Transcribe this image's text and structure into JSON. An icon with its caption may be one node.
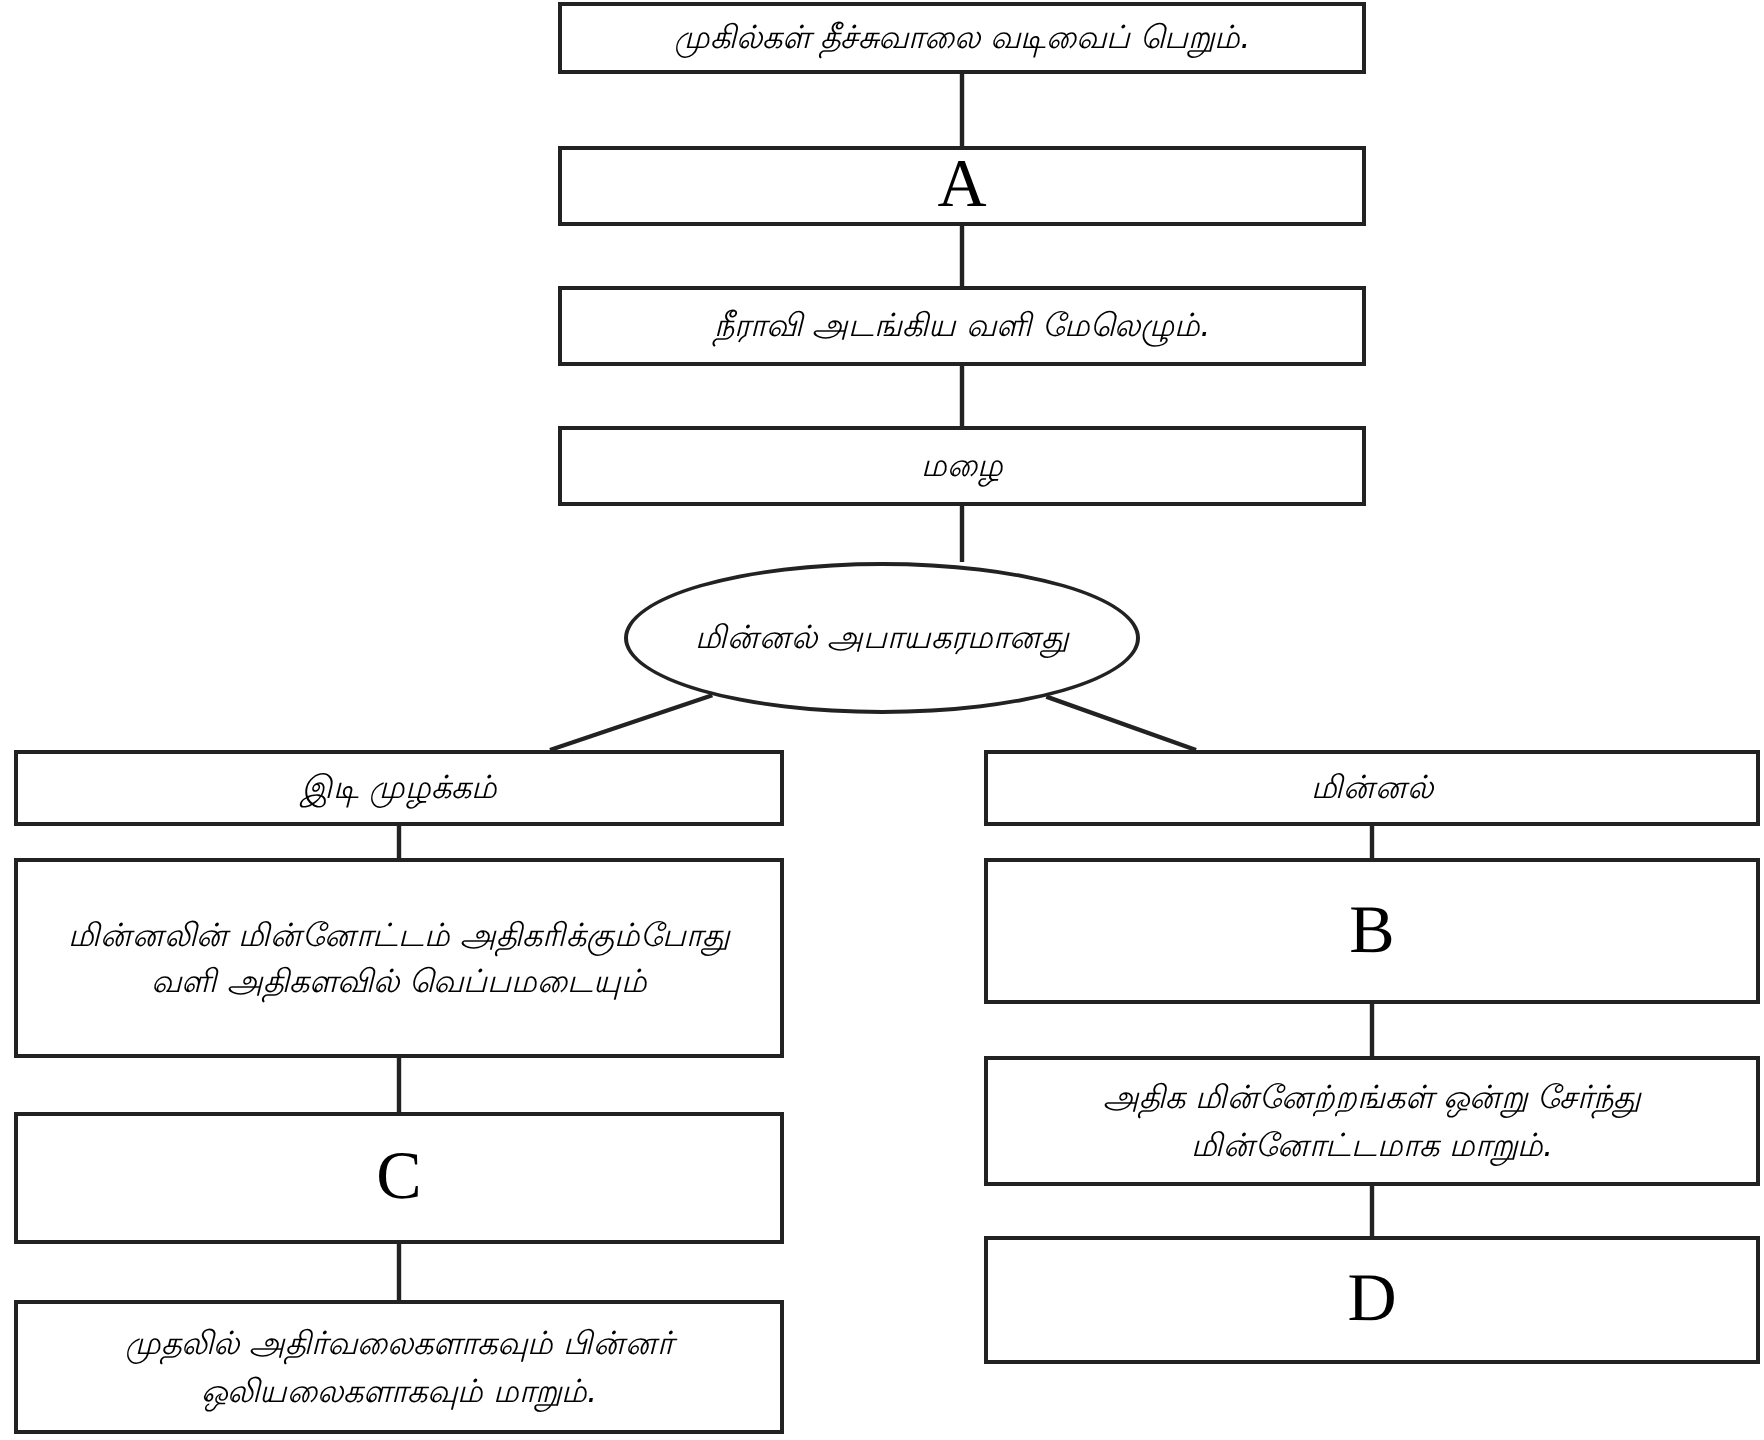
{
  "diagram": {
    "nodes": [
      {
        "text": [
          "முகில்கள் தீச்சுவாலை வடிவைப் பெறும்."
        ]
      },
      {
        "text": [
          "A"
        ]
      },
      {
        "text": [
          "நீராவி அடங்கிய வளி மேலெழும்."
        ]
      },
      {
        "text": [
          "மழை"
        ]
      },
      {
        "text": [
          "மின்னல் அபாயகரமானது"
        ]
      },
      {
        "text": [
          "இடி முழக்கம்"
        ]
      },
      {
        "text": [
          "மின்னலின் மின்னோட்டம் அதிகரிக்கும்போது வளி அதிகளவில் வெப்பமடையும்"
        ]
      },
      {
        "text": [
          "C"
        ]
      },
      {
        "text": [
          "முதலில் அதிர்வலைகளாகவும் பின்னர் ஒலியலைகளாகவும் மாறும்."
        ]
      },
      {
        "text": [
          "மின்னல்"
        ]
      },
      {
        "text": [
          "B"
        ]
      },
      {
        "text": [
          "அதிக மின்னேற்றங்கள் ஒன்று சேர்ந்து மின்னோட்டமாக மாறும்."
        ]
      },
      {
        "text": [
          "D"
        ]
      }
    ],
    "edges": [
      {
        "from": 0,
        "to": 1,
        "arrow": "none"
      },
      {
        "from": 1,
        "to": 2,
        "arrow": "none"
      },
      {
        "from": 2,
        "to": 3,
        "arrow": "none"
      },
      {
        "from": 3,
        "to": 4,
        "arrow": "none"
      },
      {
        "from": 4,
        "to": 5,
        "arrow": "none"
      },
      {
        "from": 4,
        "to": 9,
        "arrow": "none"
      },
      {
        "from": 5,
        "to": 6,
        "arrow": "none"
      },
      {
        "from": 6,
        "to": 7,
        "arrow": "none"
      },
      {
        "from": 7,
        "to": 8,
        "arrow": "none"
      },
      {
        "from": 9,
        "to": 10,
        "arrow": "none"
      },
      {
        "from": 10,
        "to": 11,
        "arrow": "none"
      },
      {
        "from": 11,
        "to": 12,
        "arrow": "none"
      }
    ]
  }
}
